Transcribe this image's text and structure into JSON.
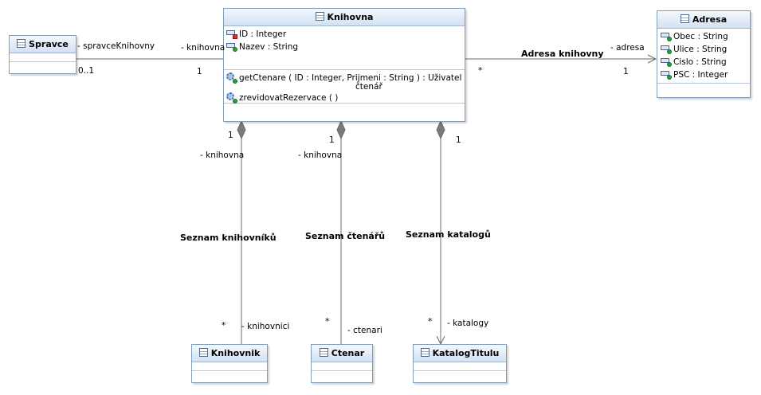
{
  "classes": {
    "knihovna": {
      "name": "Knihovna",
      "attributes": [
        "ID : Integer",
        "Nazev : String"
      ],
      "operations": [
        "getCtenare ( ID : Integer, Prijmeni : String ) : Uživatel",
        "čtenář",
        "zrevidovatRezervace ( )"
      ]
    },
    "spravce": {
      "name": "Spravce"
    },
    "adresa": {
      "name": "Adresa",
      "attributes": [
        "Obec : String",
        "Ulice : String",
        "Cislo : String",
        "PSC : Integer"
      ]
    },
    "knihovnik": {
      "name": "Knihovnik"
    },
    "ctenar": {
      "name": "Ctenar"
    },
    "katalog": {
      "name": "KatalogTitulu"
    }
  },
  "associations": {
    "spravce_knihovna": {
      "role_source": "- spravceKnihovny",
      "mult_source": "0..1",
      "role_target": "- knihovna",
      "mult_target": "1"
    },
    "adresa_knihovny": {
      "name": "Adresa knihovny",
      "role_target": "- adresa",
      "mult_source": "*",
      "mult_target": "1"
    },
    "seznam_knihovniku": {
      "name": "Seznam knihovníků",
      "mult_top": "1",
      "role_top": "- knihovna",
      "mult_bottom": "*",
      "role_bottom": "- knihovnici"
    },
    "seznam_ctenaru": {
      "name": "Seznam čtenářů",
      "mult_top": "1",
      "role_top": "- knihovna",
      "mult_bottom": "*",
      "role_bottom": "- ctenari"
    },
    "seznam_katalogu": {
      "name": "Seznam katalogů",
      "mult_top": "1",
      "mult_bottom": "*",
      "role_bottom": "- katalogy"
    }
  }
}
